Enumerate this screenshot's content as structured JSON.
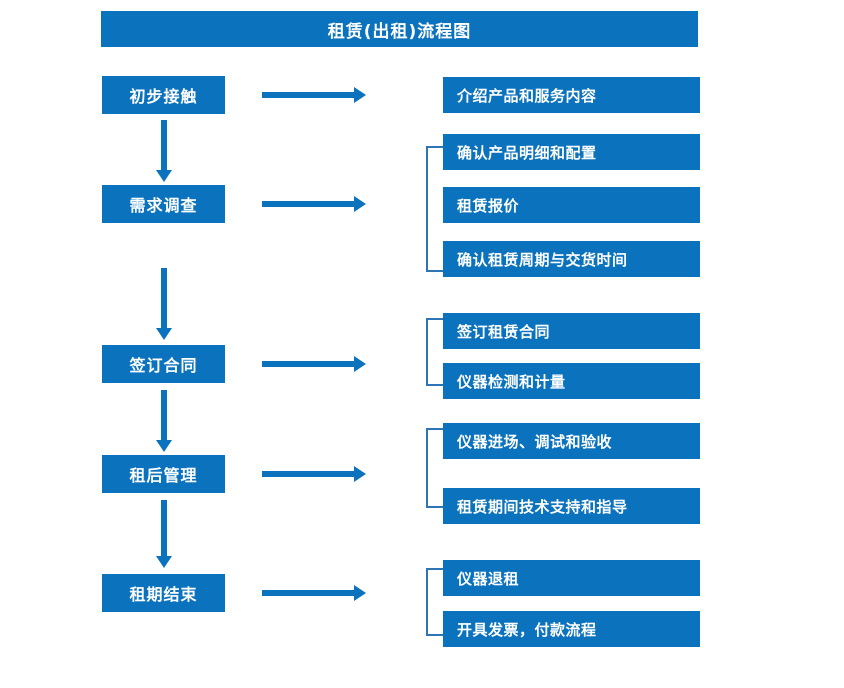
{
  "document": {
    "title": "租赁(出租)流程图"
  },
  "colors": {
    "box_fill": "#0B72BE",
    "bracket": "#2E75B6",
    "box_text": "#FFFFFF",
    "background": "#FFFFFF"
  },
  "stages": [
    {
      "label": "初步接触"
    },
    {
      "label": "需求调查"
    },
    {
      "label": "签订合同"
    },
    {
      "label": "租后管理"
    },
    {
      "label": "租期结束"
    }
  ],
  "details": [
    {
      "label": "介绍产品和服务内容"
    },
    {
      "label": "确认产品明细和配置"
    },
    {
      "label": "租赁报价"
    },
    {
      "label": "确认租赁周期与交货时间"
    },
    {
      "label": "签订租赁合同"
    },
    {
      "label": "仪器检测和计量"
    },
    {
      "label": "仪器进场、调试和验收"
    },
    {
      "label": "租赁期间技术支持和指导"
    },
    {
      "label": "仪器退租"
    },
    {
      "label": "开具发票，付款流程"
    }
  ]
}
